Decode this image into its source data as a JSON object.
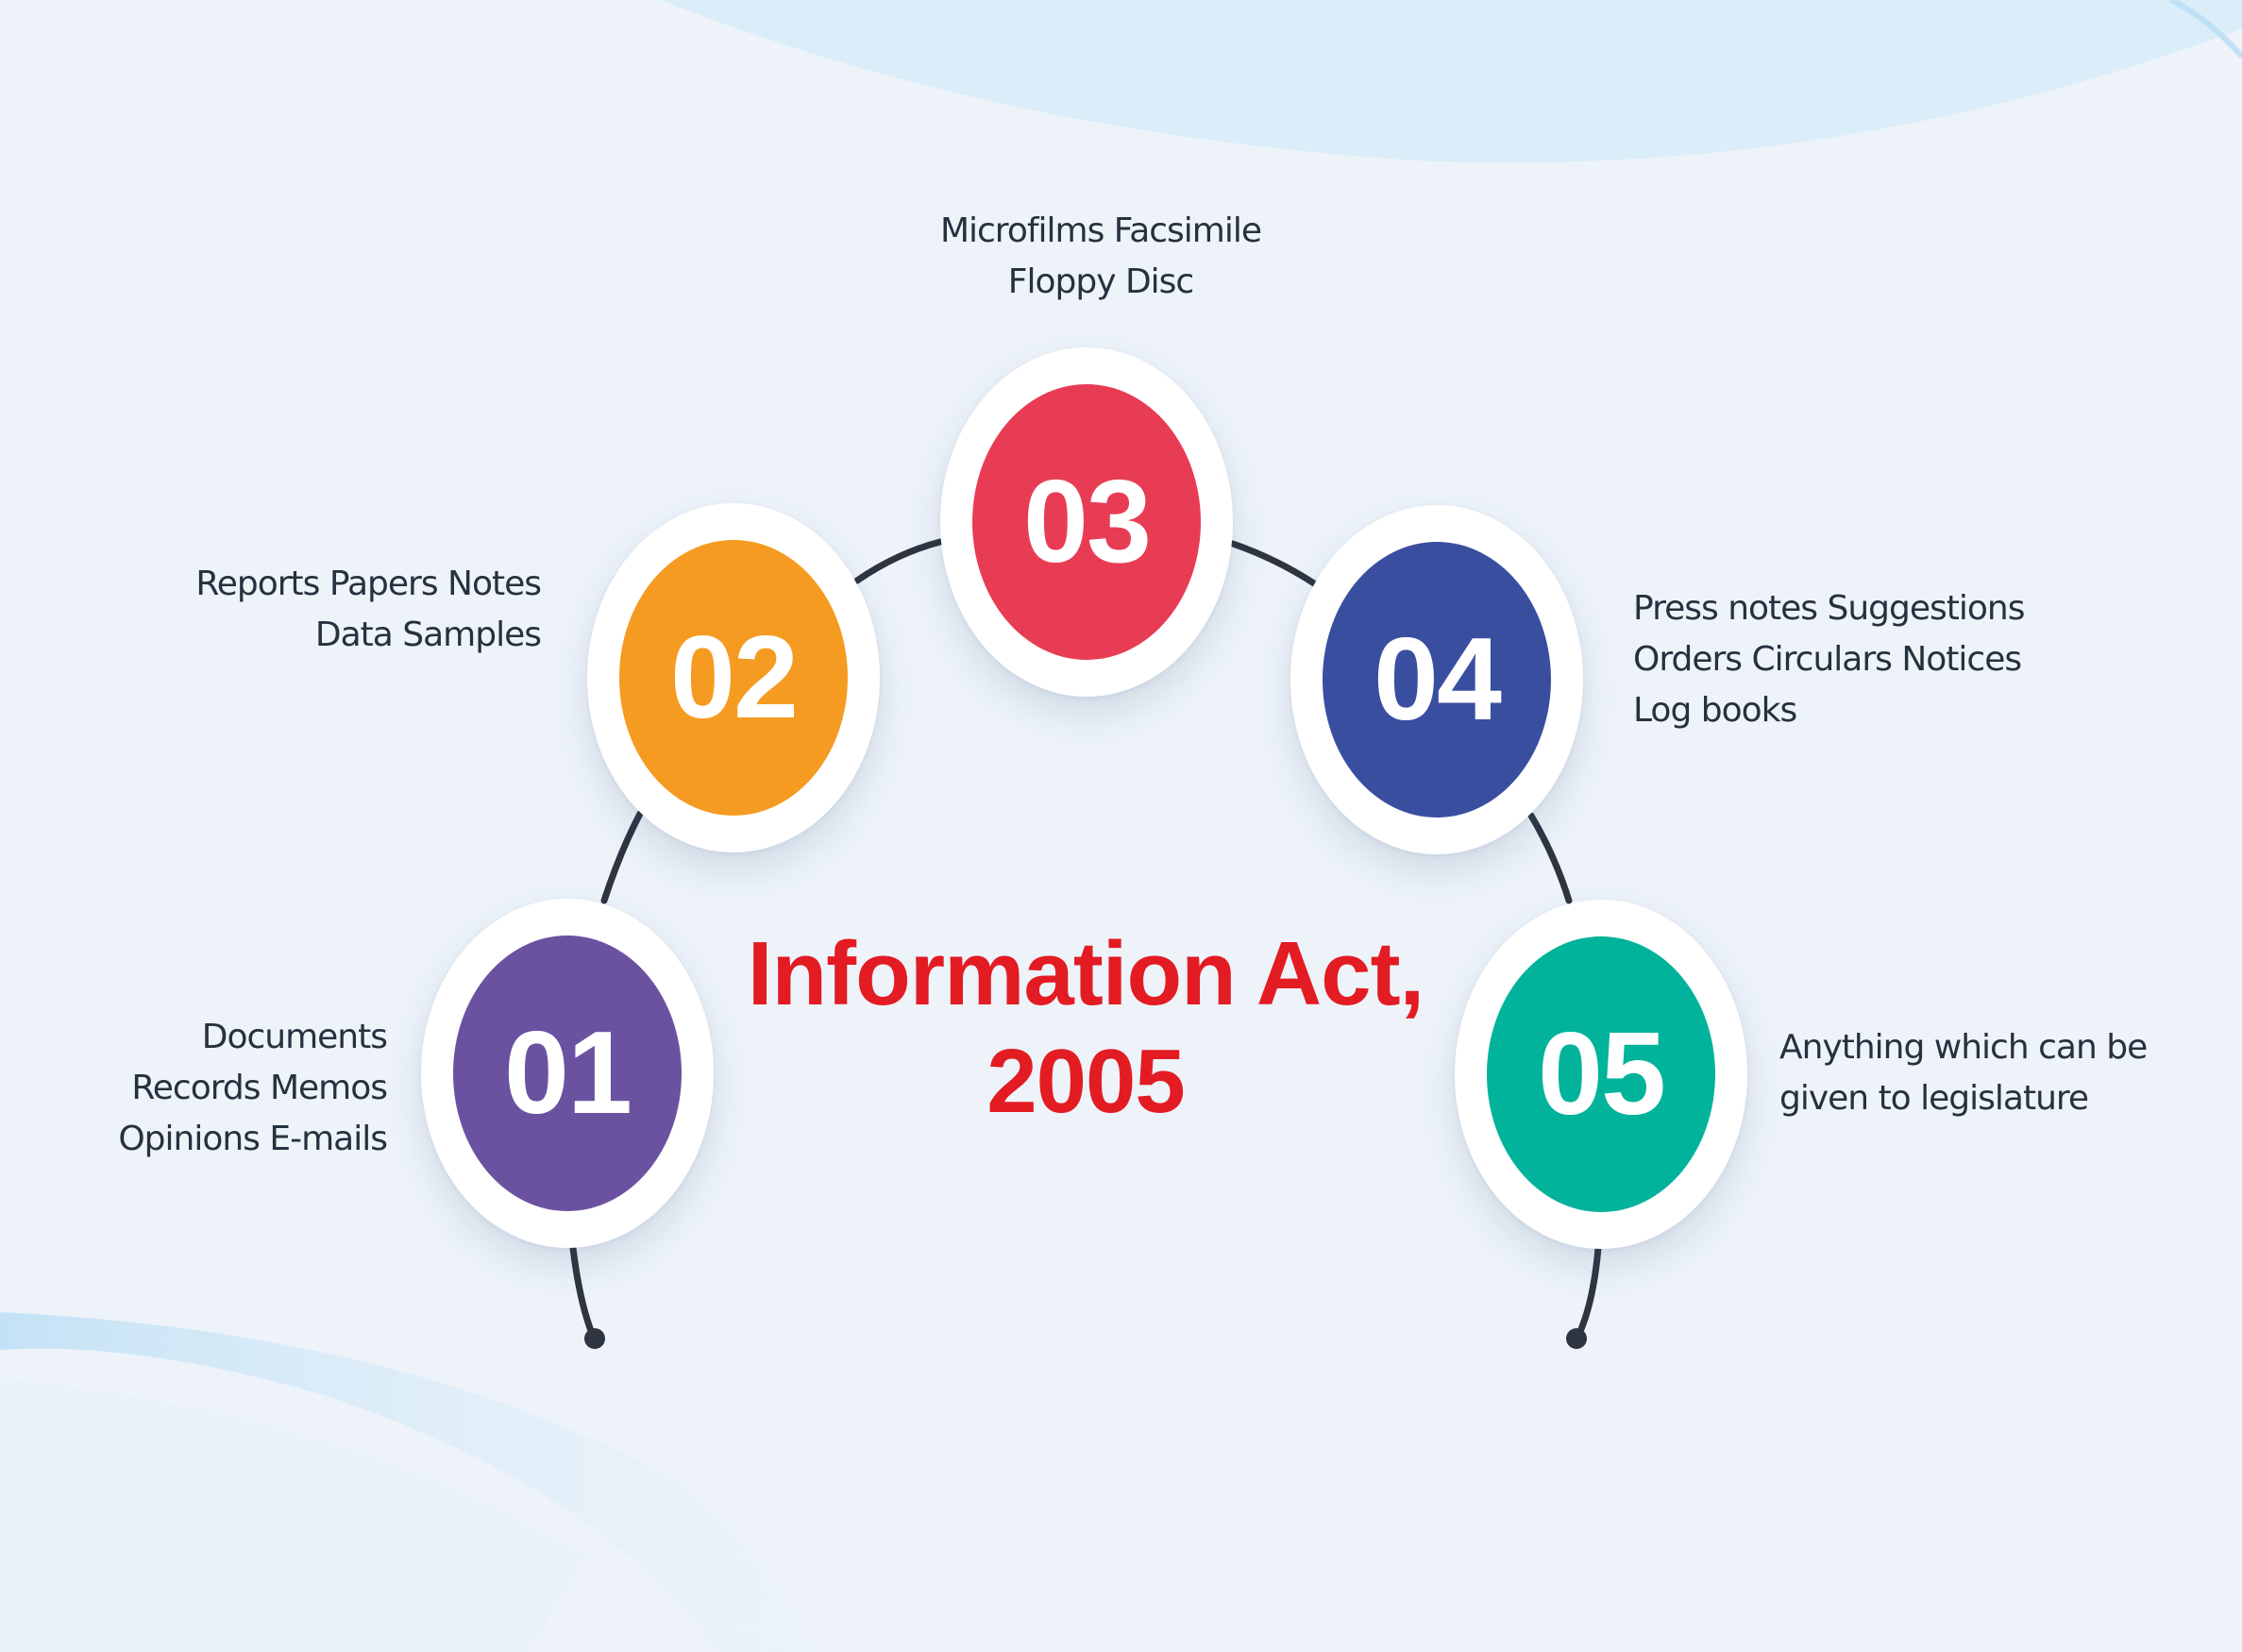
{
  "title": "Information Act, 2005",
  "items": [
    {
      "number": "01",
      "text": "Documents Records Memos Opinions E-mails",
      "color": "#6b52a1"
    },
    {
      "number": "02",
      "text": "Reports Papers Notes Data Samples",
      "color": "#f59b21"
    },
    {
      "number": "03",
      "text": "Microfilms Facsimile Floppy Disc",
      "color": "#e83c55"
    },
    {
      "number": "04",
      "text": "Press notes Suggestions Orders Circulars Notices Log books",
      "color": "#3a4ea0"
    },
    {
      "number": "05",
      "text": "Anything which can be given to legislature",
      "color": "#00b39a"
    }
  ],
  "connector_color": "#2e3440"
}
